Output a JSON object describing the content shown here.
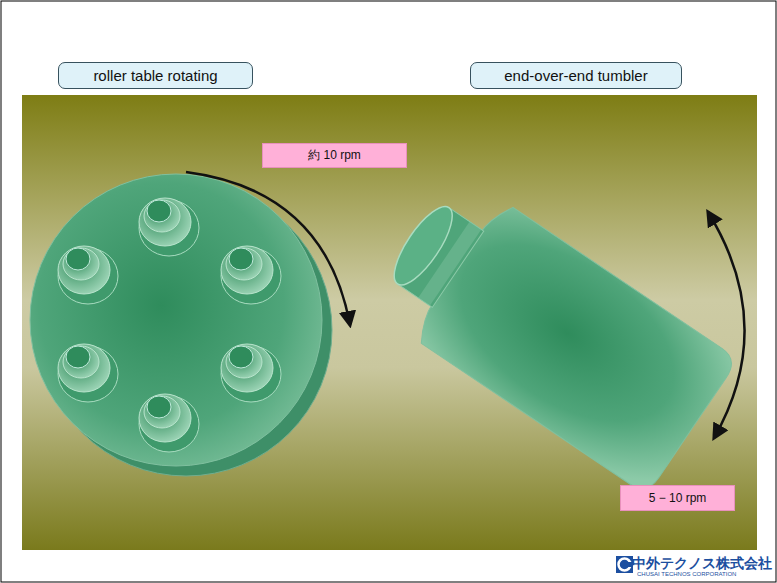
{
  "diagram": {
    "nodes": [
      {
        "text": [
          "roller table rotating"
        ]
      },
      {
        "text": [
          "end-over-end tumbler"
        ]
      },
      {
        "text": [
          "約 10 rpm"
        ]
      },
      {
        "text": [
          "5 − 10 rpm"
        ]
      }
    ],
    "labels": [
      "中外テクノス株式会社",
      "CHUSAI TECHNOS CORPORATION"
    ]
  }
}
